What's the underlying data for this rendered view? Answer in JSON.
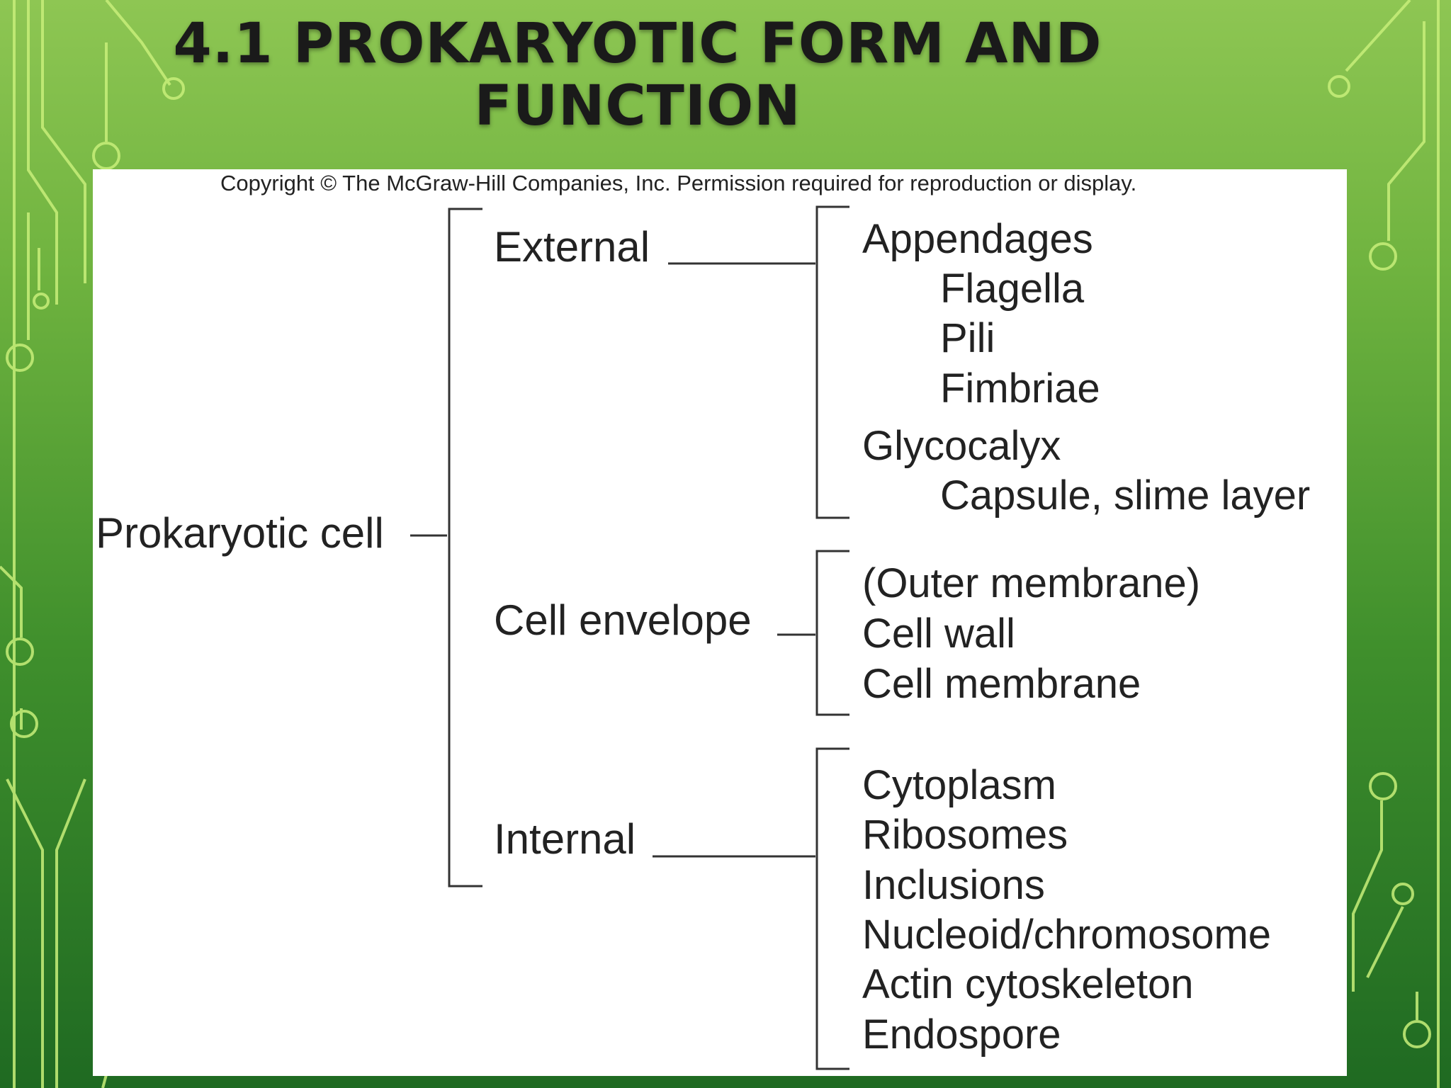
{
  "slide": {
    "title_line1": "4.1 PROKARYOTIC FORM AND",
    "title_line2": "FUNCTION"
  },
  "diagram": {
    "copyright": "Copyright © The McGraw-Hill Companies, Inc. Permission required for reproduction or display.",
    "root": "Prokaryotic cell",
    "branches": [
      {
        "label": "External",
        "items": [
          "Appendages",
          "Flagella",
          "Pili",
          "Fimbriae",
          "Glycocalyx",
          "Capsule, slime layer"
        ]
      },
      {
        "label": "Cell envelope",
        "items": [
          "(Outer membrane)",
          "Cell wall",
          "Cell membrane"
        ]
      },
      {
        "label": "Internal",
        "items": [
          "Cytoplasm",
          "Ribosomes",
          "Inclusions",
          "Nucleoid/chromosome",
          "Actin cytoskeleton",
          "Endospore"
        ]
      }
    ]
  },
  "colors": {
    "background_top": "#8ec653",
    "background_bottom": "#1f6a22",
    "circuit_lines": "#c8ef7a",
    "panel": "#ffffff",
    "text": "#222222"
  }
}
